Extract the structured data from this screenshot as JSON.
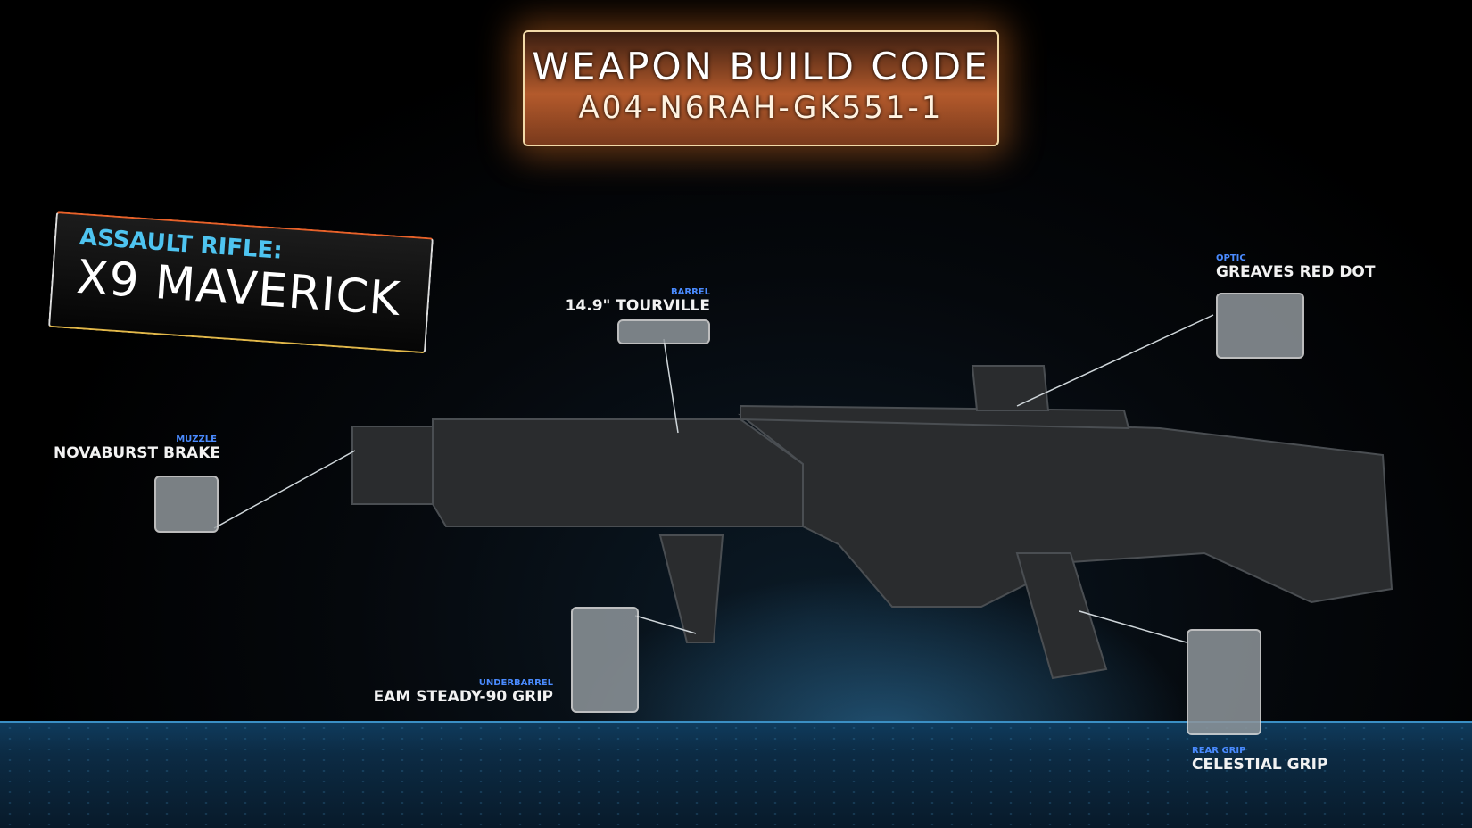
{
  "build_code": {
    "title": "WEAPON BUILD CODE",
    "code": "A04-N6RAH-GK551-1"
  },
  "weapon": {
    "class": "ASSAULT RIFLE:",
    "name": "X9 MAVERICK"
  },
  "attachments": {
    "muzzle": {
      "slot": "MUZZLE",
      "name": "NOVABURST BRAKE"
    },
    "barrel": {
      "slot": "BARREL",
      "name": "14.9\" TOURVILLE"
    },
    "optic": {
      "slot": "OPTIC",
      "name": "GREAVES RED DOT"
    },
    "underbarrel": {
      "slot": "UNDERBARREL",
      "name": "EAM STEADY-90 GRIP"
    },
    "rear_grip": {
      "slot": "REAR GRIP",
      "name": "CELESTIAL GRIP"
    }
  },
  "colors": {
    "accent_orange": "#b35a2c",
    "slot_blue": "#4a8bff",
    "class_cyan": "#4ec4f0"
  }
}
